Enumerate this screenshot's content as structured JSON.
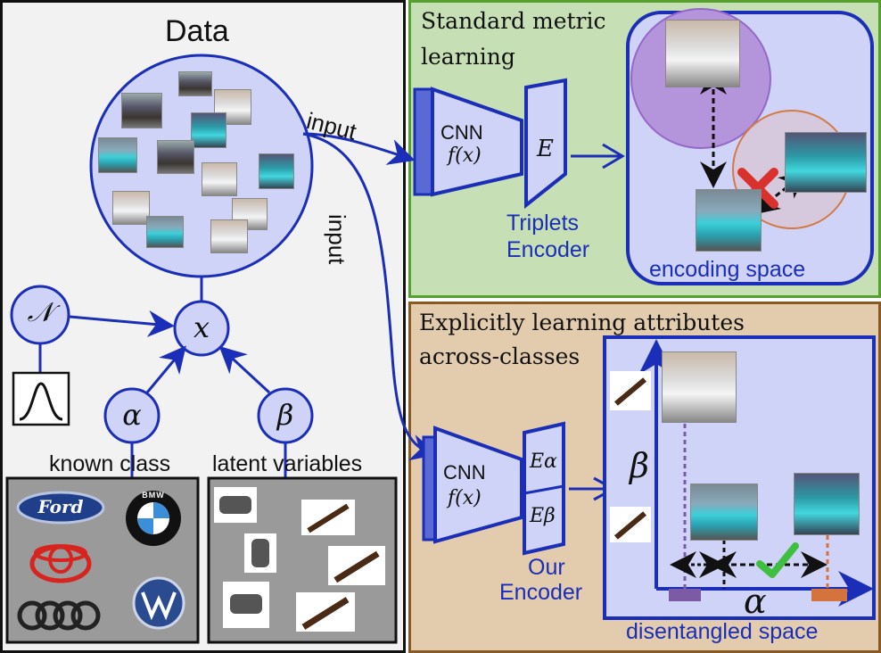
{
  "left_panel": {
    "title": "Data",
    "node_normal": "𝒩",
    "node_x": "x",
    "node_alpha": "α",
    "node_beta": "β",
    "label_known": "known class",
    "label_latent": "latent variables"
  },
  "arrows": {
    "input_top": "input",
    "input_side": "input"
  },
  "standard_panel": {
    "title_line1": "Standard  metric",
    "title_line2": "learning",
    "cnn": "CNN",
    "fx": "f(x)",
    "e": "E",
    "encoder_label_1": "Triplets",
    "encoder_label_2": "Encoder",
    "space_label": "encoding space"
  },
  "explicit_panel": {
    "title_line1": "Explicitly  learning  attributes",
    "title_line2": "across-classes",
    "cnn": "CNN",
    "fx": "f(x)",
    "e_alpha": "Eα",
    "e_beta": "Eβ",
    "encoder_label_1": "Our",
    "encoder_label_2": "Encoder",
    "axis_beta": "β",
    "axis_alpha": "α",
    "space_label": "disentangled space"
  },
  "logos": {
    "ford": "Ford",
    "bmw": "BMW"
  },
  "colors": {
    "blue": "#1a2eb8",
    "node_fill": "#cfd3f7",
    "green_panel": "#c6dfb4",
    "brown_panel": "#e2ccad",
    "cross": "#d9322e",
    "check": "#3fbf3f"
  }
}
